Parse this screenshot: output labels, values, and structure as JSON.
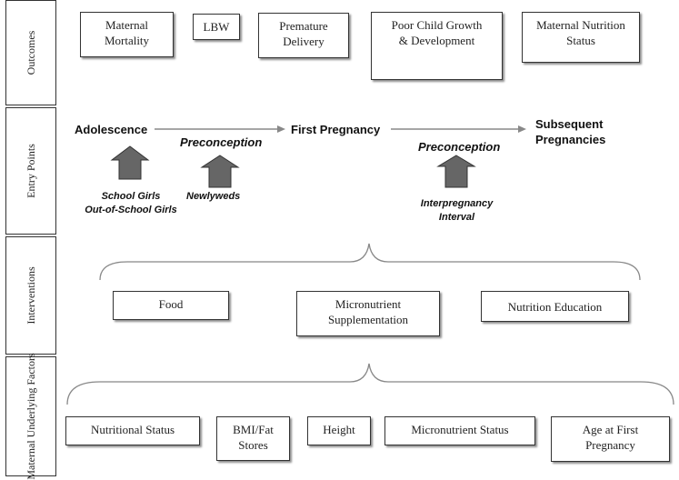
{
  "rows": {
    "outcomes": "Outcomes",
    "entry_points": "Entry Points",
    "interventions": "Interventions",
    "maternal_factors": "Maternal\nUnderlying Factors"
  },
  "outcomes": [
    "Maternal\nMortality",
    "LBW",
    "Premature\nDelivery",
    "Poor Child Growth\n& Development",
    "Maternal Nutrition\nStatus"
  ],
  "entry_points": {
    "adolescence": "Adolescence",
    "first_pregnancy": "First Pregnancy",
    "subsequent_pregnancies": "Subsequent\nPregnancies",
    "preconception_1": "Preconception",
    "preconception_2": "Preconception",
    "school_girls": "School Girls\nOut-of-School Girls",
    "newlyweds": "Newlyweds",
    "interpregnancy": "Interpregnancy\nInterval"
  },
  "interventions": [
    "Food",
    "Micronutrient\nSupplementation",
    "Nutrition Education"
  ],
  "maternal_factors": [
    "Nutritional Status",
    "BMI/Fat\nStores",
    "Height",
    "Micronutrient Status",
    "Age at First\nPregnancy"
  ],
  "colors": {
    "arrow_fill": "#666666",
    "line": "#888888",
    "border": "#333333"
  }
}
